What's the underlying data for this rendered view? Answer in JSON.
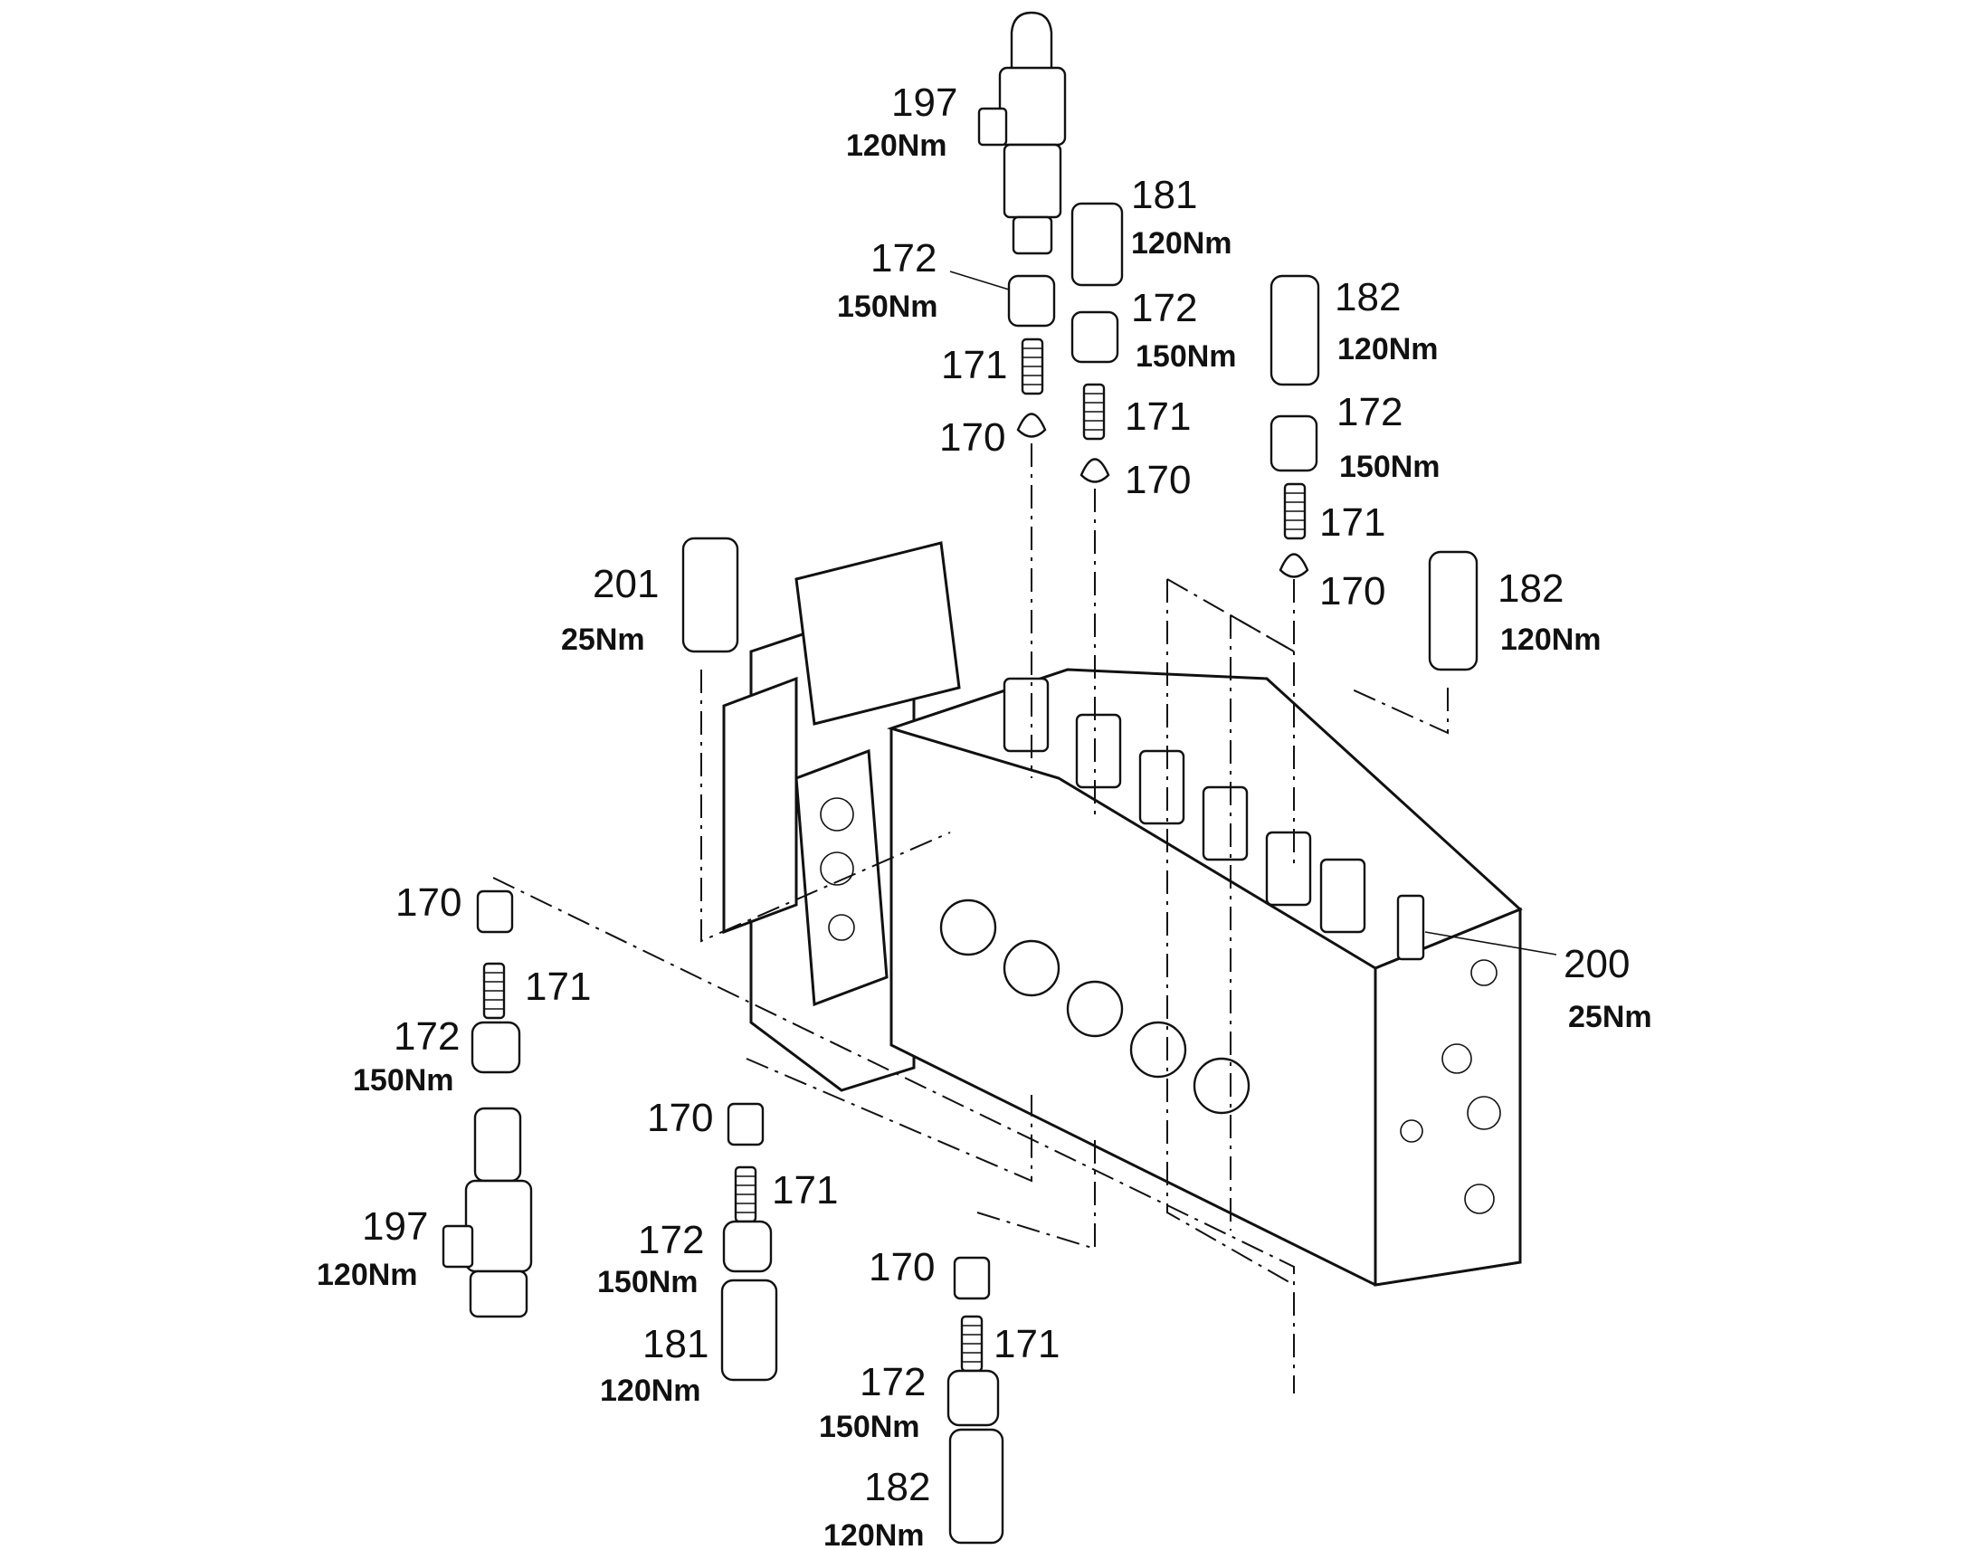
{
  "labels": [
    {
      "id": "l197a",
      "number": "197",
      "torque": "120Nm"
    },
    {
      "id": "l181a",
      "number": "181",
      "torque": "120Nm"
    },
    {
      "id": "l172a",
      "number": "172",
      "torque": "150Nm"
    },
    {
      "id": "l172b",
      "number": "172",
      "torque": "150Nm"
    },
    {
      "id": "l182a",
      "number": "182",
      "torque": "120Nm"
    },
    {
      "id": "l171a",
      "number": "171",
      "torque": ""
    },
    {
      "id": "l171b",
      "number": "171",
      "torque": ""
    },
    {
      "id": "l170a",
      "number": "170",
      "torque": ""
    },
    {
      "id": "l170b",
      "number": "170",
      "torque": ""
    },
    {
      "id": "l172c",
      "number": "172",
      "torque": "150Nm"
    },
    {
      "id": "l171c",
      "number": "171",
      "torque": ""
    },
    {
      "id": "l170c",
      "number": "170",
      "torque": ""
    },
    {
      "id": "l201",
      "number": "201",
      "torque": "25Nm"
    },
    {
      "id": "l182b",
      "number": "182",
      "torque": "120Nm"
    },
    {
      "id": "l200",
      "number": "200",
      "torque": "25Nm"
    },
    {
      "id": "l170d",
      "number": "170",
      "torque": ""
    },
    {
      "id": "l171d",
      "number": "171",
      "torque": ""
    },
    {
      "id": "l172d",
      "number": "172",
      "torque": "150Nm"
    },
    {
      "id": "l197b",
      "number": "197",
      "torque": "120Nm"
    },
    {
      "id": "l170e",
      "number": "170",
      "torque": ""
    },
    {
      "id": "l171e",
      "number": "171",
      "torque": ""
    },
    {
      "id": "l172e",
      "number": "172",
      "torque": "150Nm"
    },
    {
      "id": "l181b",
      "number": "181",
      "torque": "120Nm"
    },
    {
      "id": "l170f",
      "number": "170",
      "torque": ""
    },
    {
      "id": "l171f",
      "number": "171",
      "torque": ""
    },
    {
      "id": "l172f",
      "number": "172",
      "torque": "150Nm"
    },
    {
      "id": "l182c",
      "number": "182",
      "torque": "120Nm"
    }
  ]
}
